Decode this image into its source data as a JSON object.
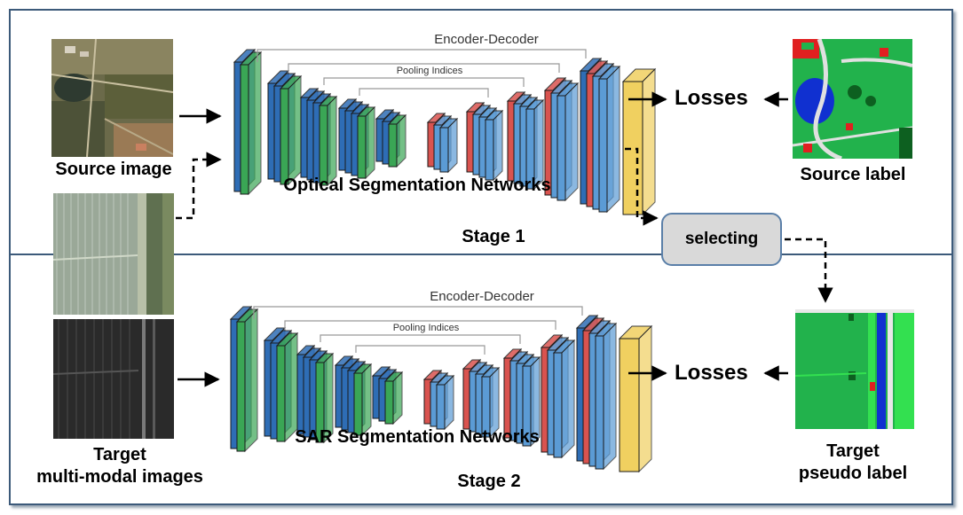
{
  "stage1": {
    "label": "Stage 1",
    "network_label": "Optical Segmentation Networks",
    "encoder_decoder_label": "Encoder-Decoder",
    "pooling_label": "Pooling Indices",
    "losses_label": "Losses",
    "source_image_label": "Source image",
    "source_label_label": "Source label"
  },
  "stage2": {
    "label": "Stage 2",
    "network_label": "SAR Segmentation Networks",
    "encoder_decoder_label": "Encoder-Decoder",
    "pooling_label": "Pooling Indices",
    "losses_label": "Losses",
    "target_images_label_line1": "Target",
    "target_images_label_line2": "multi-modal images",
    "pseudo_label_line1": "Target",
    "pseudo_label_line2": "pseudo label"
  },
  "selecting_label": "selecting",
  "colors": {
    "frame": "#3c5a7a",
    "encoder_blue": "#2e6db5",
    "encoder_green": "#3aa655",
    "decoder_red": "#d9534f",
    "decoder_lightblue": "#5b9bd5",
    "softmax_yellow": "#f0d060",
    "label_green": "#22b24c",
    "label_red": "#e02020",
    "label_blue": "#1030d0",
    "selecting_fill": "#d9d9d9"
  }
}
